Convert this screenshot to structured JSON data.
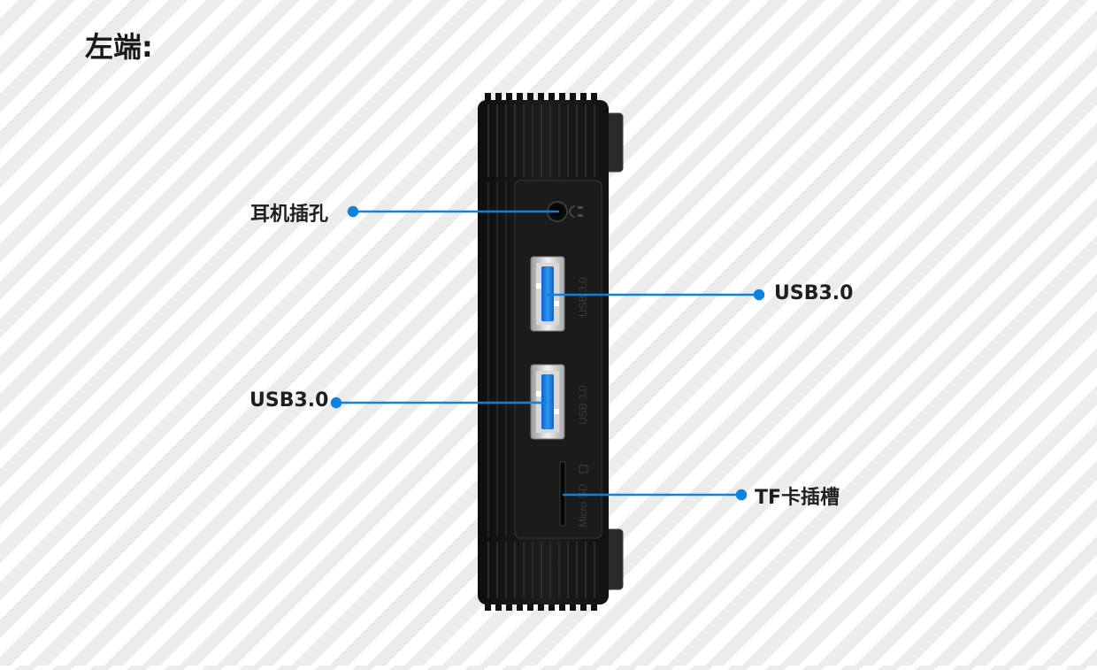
{
  "heading": "左端:",
  "callouts": {
    "headphone_jack": "耳机插孔",
    "usb_right": "USB3.0",
    "usb_left": "USB3.0",
    "tf_slot": "TF卡插槽"
  },
  "port_engravings": {
    "usb_top": "USB 3.0",
    "usb_bottom": "USB 3.0",
    "card_slot": "Micro SD"
  },
  "icons": {
    "headphone": "headphone-icon",
    "card": "card-icon"
  },
  "colors": {
    "callout_line": "#0a84e0",
    "usb_tongue": "#1e88e5",
    "device_body": "#161616"
  }
}
